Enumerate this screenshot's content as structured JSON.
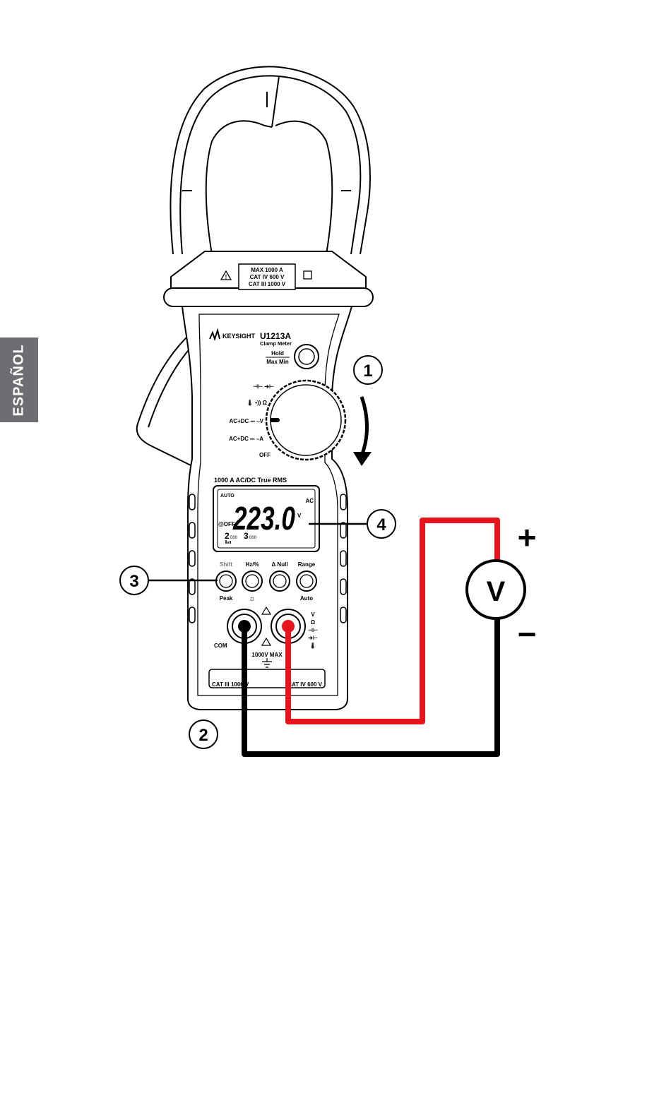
{
  "side_tab": "ESPAÑOL",
  "meter": {
    "brand": "KEYSIGHT",
    "model": "U1213A",
    "subtitle": "Clamp Meter",
    "hold_top": "Hold",
    "hold_bottom": "Max Min",
    "rating_lines": [
      "MAX 1000 A",
      "CAT IV 600 V",
      "CAT III 1000 V"
    ],
    "dial_labels": {
      "cap_diode": "⊣⊢ ➔⊢",
      "temp_res": "🌡 •)) Ω",
      "volts": "AC+DC ⎓ ∼V",
      "amps": "AC+DC ⎓ ∼A",
      "off": "OFF"
    },
    "spec_line": "1000 A AC/DC True RMS",
    "display": {
      "auto": "AUTO",
      "reading": "223.0",
      "unit": "V",
      "ac": "AC",
      "apo": "@OFF",
      "sub1": "2",
      "sub1_small": "000",
      "sub2": "3",
      "sub2_small": "000"
    },
    "buttons": [
      {
        "top": "Shift",
        "bottom": "Peak"
      },
      {
        "top": "Hz/%",
        "bottom": "☼"
      },
      {
        "top": "Δ Null",
        "bottom": ""
      },
      {
        "top": "Range",
        "bottom": "Auto"
      }
    ],
    "com_label": "COM",
    "right_terminal_symbols": [
      "V",
      "Ω",
      "⊣⊢",
      "➔⊢",
      "🌡"
    ],
    "max_label": "1000V MAX",
    "cat_left": "CAT III 1000 V",
    "cat_right": "CAT IV 600 V"
  },
  "callouts": [
    "1",
    "2",
    "3",
    "4"
  ],
  "source": {
    "label": "V",
    "plus": "+",
    "minus": "−"
  },
  "colors": {
    "red_lead": "#e8141b",
    "black_lead": "#000000",
    "side_tab_bg": "#6d6e71"
  }
}
